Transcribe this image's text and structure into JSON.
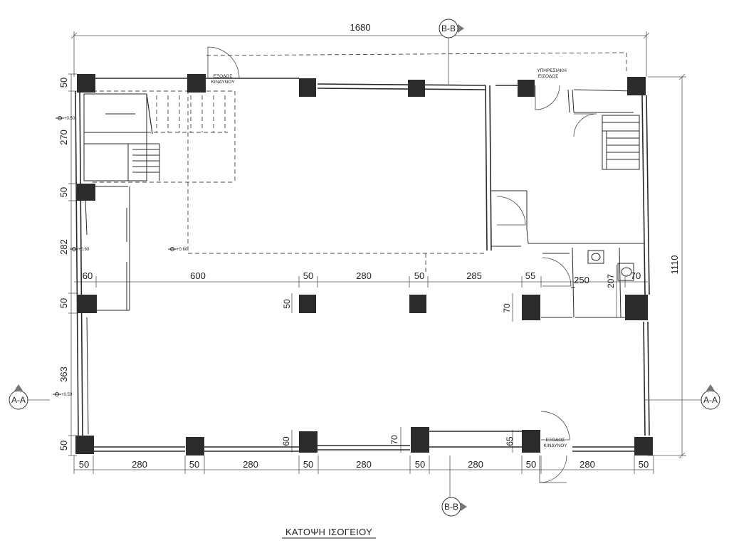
{
  "title": "ΚΑΤΟΨΗ ΙΣΟΓΕΙΟΥ",
  "sections": {
    "bb": "B-B",
    "aa": "A-A"
  },
  "labels": {
    "emergency_exit_top": [
      "ΕΞΟΔΟΣ",
      "ΚΙΝΔΥΝΟΥ"
    ],
    "service_entrance": [
      "ΥΠΗΡΕΣΙΑΚΗ",
      "ΕΙΣΟΔΟΣ"
    ],
    "emergency_exit_bottom": [
      "ΕΞΟΔΟΣ",
      "ΚΙΝΔΥΝΟΥ"
    ]
  },
  "levels": {
    "l1": "+0.50",
    "l2": "+0.60",
    "l3": "+0.60",
    "l4": "+0.50"
  },
  "dims": {
    "overall_width": "1680",
    "overall_depth": "1110",
    "left_vertical": [
      "50",
      "270",
      "50",
      "282",
      "50",
      "363",
      "50"
    ],
    "bottom": [
      "50",
      "280",
      "50",
      "280",
      "50",
      "280",
      "50",
      "280",
      "50",
      "280",
      "50"
    ],
    "middle_row": [
      "60",
      "600",
      "50",
      "280",
      "50",
      "285",
      "55",
      "250",
      "70"
    ],
    "col_sizes": [
      "50",
      "70",
      "207",
      "60",
      "70",
      "65"
    ]
  },
  "colors": {
    "ink": "#2a2a2a",
    "column": "#2b2b2b",
    "background": "#ffffff"
  }
}
